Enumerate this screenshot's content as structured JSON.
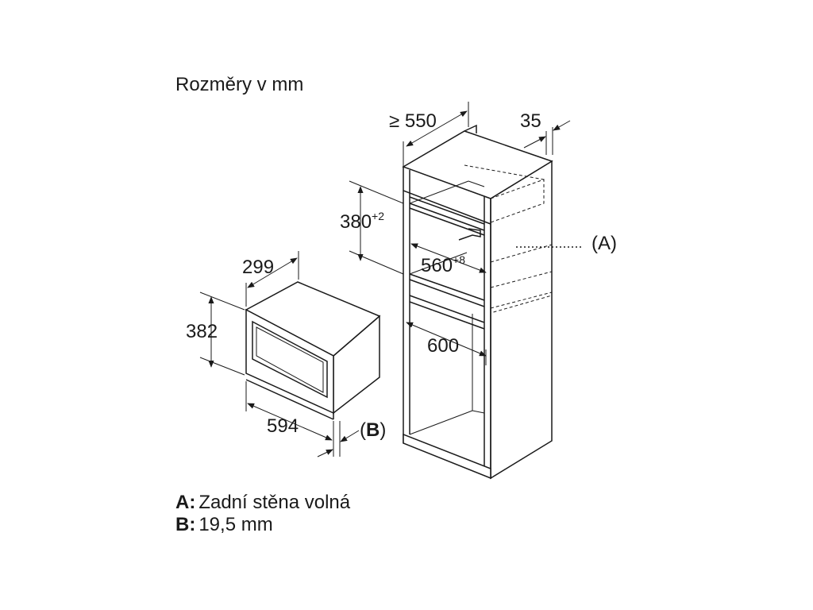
{
  "title": "Rozměry v mm",
  "dimensions": {
    "cabinet_depth": "≥ 550",
    "cabinet_offset": "35",
    "niche_height": "380",
    "niche_height_tol": "+2",
    "niche_width": "560",
    "niche_width_tol": "+8",
    "cabinet_width": "600",
    "device_depth": "299",
    "device_height": "382",
    "device_width": "594"
  },
  "callouts": {
    "a": "(A)",
    "b_open": "(",
    "b_letter": "B",
    "b_close": ")"
  },
  "legend": [
    {
      "key": "A:",
      "text": "Zadní stěna volná"
    },
    {
      "key": "B:",
      "text": "19,5 mm"
    }
  ],
  "colors": {
    "line": "#1a1a1a",
    "background": "#ffffff"
  }
}
